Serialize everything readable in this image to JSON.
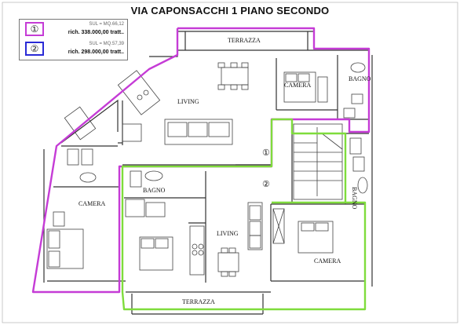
{
  "title": "VIA CAPONSACCHI 1 PIANO SECONDO",
  "legend": {
    "units": [
      {
        "marker": "①",
        "surface": "SUL  =  MQ.66,12",
        "price": "rich. 338.000,00 tratt..",
        "color": "#c53cd6"
      },
      {
        "marker": "②",
        "surface": "SUL  =  MQ.57,39",
        "price": "rich. 298.000,00 tratt..",
        "color": "#2a2ad6"
      }
    ]
  },
  "plan": {
    "unit1_outline_color": "#c53cd6",
    "unit2_outline_color": "#7fdc3c",
    "markers": [
      "①",
      "②"
    ],
    "rooms": {
      "terrazza_top": "TERRAZZA",
      "camera_top": "CAMERA",
      "bagno_top": "BAGNO",
      "living_top": "LIVING",
      "camera_left": "CAMERA",
      "bagno_mid": "BAGNO",
      "living_bottom": "LIVING",
      "camera_bottom": "CAMERA",
      "bagno_right": "BAGNO",
      "terrazza_bottom": "TERRAZZA"
    }
  }
}
